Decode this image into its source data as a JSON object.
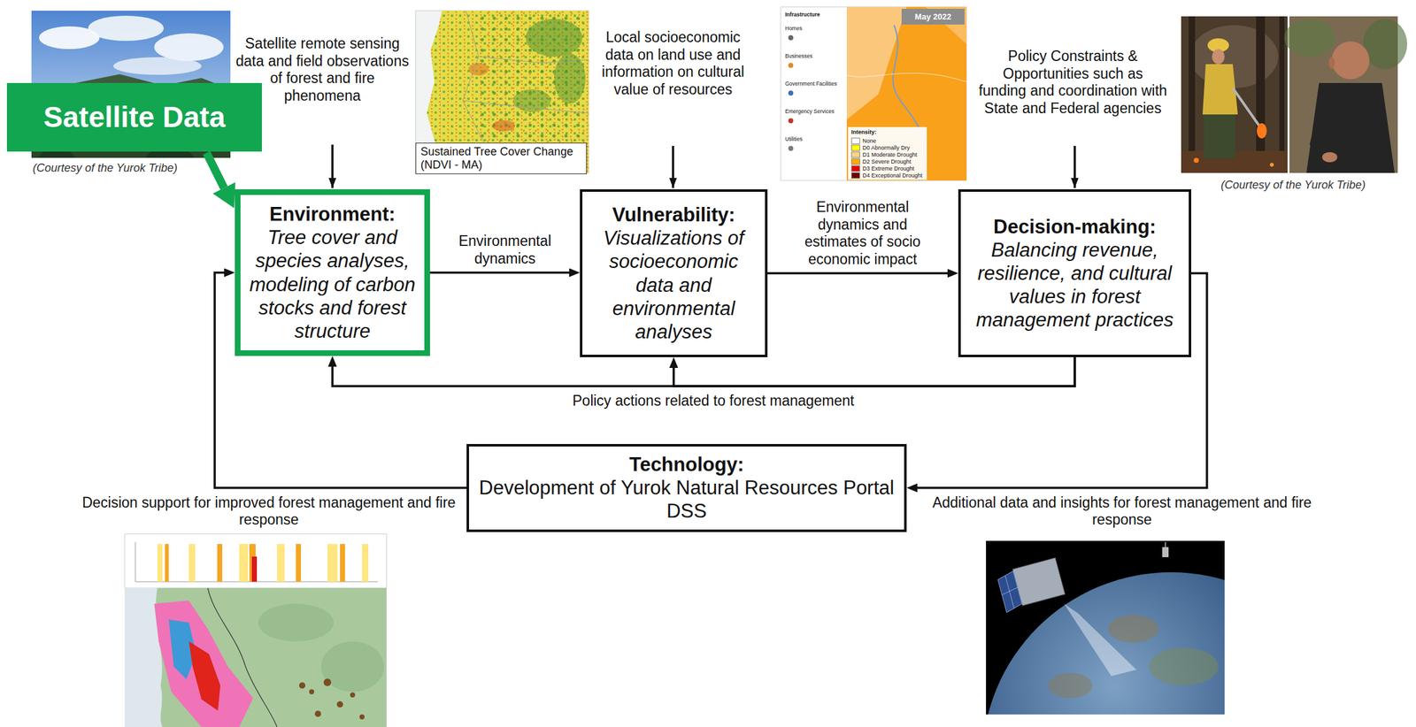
{
  "diagram": {
    "nodes": [
      {
        "text": [
          "Satellite Data"
        ]
      },
      {
        "text": [
          "Sustained Tree Cover Change (NDVI - MA)"
        ]
      },
      {
        "text": [
          "Environment:",
          "Tree cover and species analyses, modeling of carbon stocks and forest structure"
        ]
      },
      {
        "text": [
          "Vulnerability:",
          "Visualizations of socioeconomic data and environmental analyses"
        ]
      },
      {
        "text": [
          "Decision-making:",
          "Balancing revenue, resilience, and cultural values in forest management practices"
        ]
      },
      {
        "text": [
          "Technology:",
          "Development of Yurok Natural Resources Portal DSS"
        ]
      }
    ],
    "edges": [
      {
        "from": 0,
        "to": 2,
        "arrow": "to"
      },
      {
        "from": 2,
        "to": 3,
        "label": "Environmental dynamics",
        "arrow": "to"
      },
      {
        "from": 3,
        "to": 4,
        "label": "Environmental dynamics and estimates of socio economic impact",
        "arrow": "to"
      },
      {
        "from": 4,
        "to": 2,
        "label": "Policy actions related to forest management",
        "arrow": "to"
      },
      {
        "from": 4,
        "to": 3,
        "arrow": "to"
      },
      {
        "from": 4,
        "to": 5,
        "label": "Additional data and insights for forest management and fire response",
        "arrow": "to"
      },
      {
        "from": 5,
        "to": 2,
        "label": "Decision support for improved forest management and fire response",
        "arrow": "to"
      }
    ],
    "labels": [
      "Satellite remote sensing data and field observations of forest and fire phenomena",
      "(Courtesy of the Yurok Tribe)",
      "Local socioeconomic data on land use and information on cultural value of resources",
      "Infrastructure",
      "Homes",
      "Businesses",
      "Government Facilities",
      "Emergency Services",
      "Utilities",
      "May 2022",
      "Intensity:",
      "Policy Constraints & Opportunities such as funding and coordination with State and Federal agencies",
      "(Courtesy of the Yurok Tribe)"
    ],
    "legend": [
      {
        "text": "None",
        "color": "#ffffff"
      },
      {
        "text": "D0 Abnormally Dry",
        "color": "#ffff00"
      },
      {
        "text": "D1 Moderate Drought",
        "color": "#fcd37f"
      },
      {
        "text": "D2 Severe Drought",
        "color": "#ffaa00"
      },
      {
        "text": "D3 Extreme Drought",
        "color": "#e60000"
      },
      {
        "text": "D4 Exceptional Drought",
        "color": "#730000"
      }
    ]
  }
}
